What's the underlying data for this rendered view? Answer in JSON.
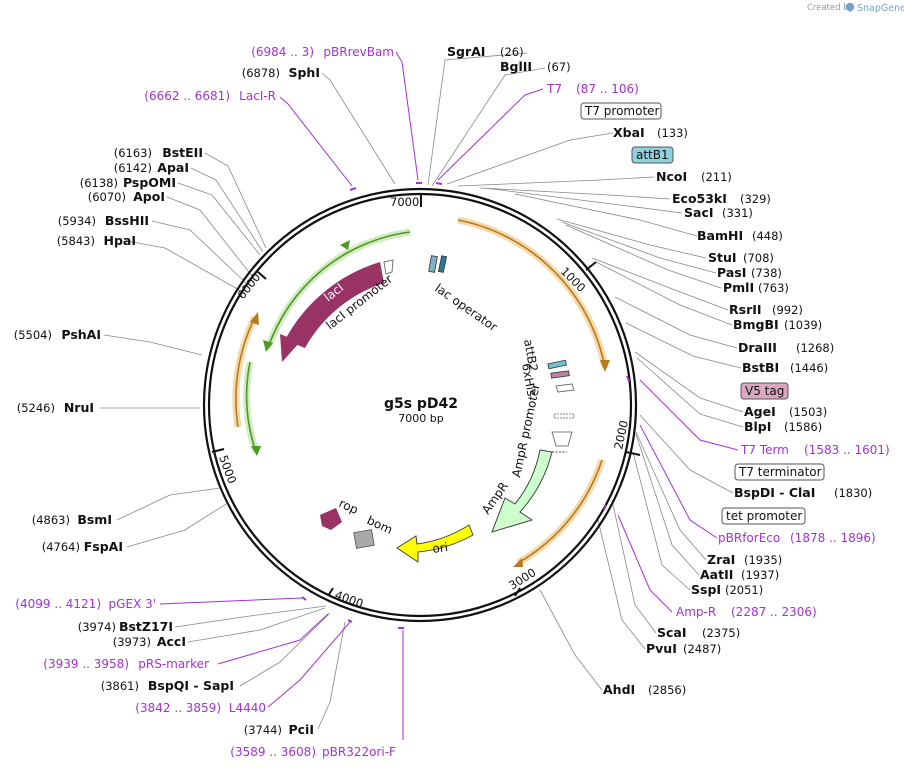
{
  "credit": {
    "created_by": "Created by",
    "brand": "SnapGene"
  },
  "title": {
    "name": "g5s pD42",
    "size": "7000 bp"
  },
  "ticks": [
    "1000",
    "2000",
    "3000",
    "4000",
    "5000",
    "6000",
    "7000"
  ],
  "enzymes": [
    {
      "name": "SgrAI",
      "pos": "(26)"
    },
    {
      "name": "BglII",
      "pos": "(67)"
    },
    {
      "name": "XbaI",
      "pos": "(133)"
    },
    {
      "name": "NcoI",
      "pos": "(211)"
    },
    {
      "name": "Eco53kI",
      "pos": "(329)"
    },
    {
      "name": "SacI",
      "pos": "(331)"
    },
    {
      "name": "BamHI",
      "pos": "(448)"
    },
    {
      "name": "StuI",
      "pos": "(708)"
    },
    {
      "name": "PasI",
      "pos": "(738)"
    },
    {
      "name": "PmlI",
      "pos": "(763)"
    },
    {
      "name": "RsrII",
      "pos": "(992)"
    },
    {
      "name": "BmgBI",
      "pos": "(1039)"
    },
    {
      "name": "DraIII",
      "pos": "(1268)"
    },
    {
      "name": "BstBI",
      "pos": "(1446)"
    },
    {
      "name": "AgeI",
      "pos": "(1503)"
    },
    {
      "name": "BlpI",
      "pos": "(1586)"
    },
    {
      "name": "BspDI - ClaI",
      "pos": "(1830)"
    },
    {
      "name": "ZraI",
      "pos": "(1935)"
    },
    {
      "name": "AatII",
      "pos": "(1937)"
    },
    {
      "name": "SspI",
      "pos": "(2051)"
    },
    {
      "name": "ScaI",
      "pos": "(2375)"
    },
    {
      "name": "PvuI",
      "pos": "(2487)"
    },
    {
      "name": "AhdI",
      "pos": "(2856)"
    },
    {
      "name": "PciI",
      "pos": "(3744)"
    },
    {
      "name": "BspQI - SapI",
      "pos": "(3861)"
    },
    {
      "name": "AccI",
      "pos": "(3973)"
    },
    {
      "name": "BstZ17I",
      "pos": "(3974)"
    },
    {
      "name": "FspAI",
      "pos": "(4764)"
    },
    {
      "name": "BsmI",
      "pos": "(4863)"
    },
    {
      "name": "NruI",
      "pos": "(5246)"
    },
    {
      "name": "PshAI",
      "pos": "(5504)"
    },
    {
      "name": "HpaI",
      "pos": "(5843)"
    },
    {
      "name": "BssHII",
      "pos": "(5934)"
    },
    {
      "name": "ApoI",
      "pos": "(6070)"
    },
    {
      "name": "PspOMI",
      "pos": "(6138)"
    },
    {
      "name": "ApaI",
      "pos": "(6142)"
    },
    {
      "name": "BstEII",
      "pos": "(6163)"
    },
    {
      "name": "SphI",
      "pos": "(6878)"
    }
  ],
  "primers": [
    {
      "name": "pBRrevBam",
      "range": "(6984 .. 3)"
    },
    {
      "name": "T7",
      "range": "(87 .. 106)"
    },
    {
      "name": "LacI-R",
      "range": "(6662 .. 6681)"
    },
    {
      "name": "T7 Term",
      "range": "(1583 .. 1601)"
    },
    {
      "name": "pBRforEco",
      "range": "(1878 .. 1896)"
    },
    {
      "name": "Amp-R",
      "range": "(2287 .. 2306)"
    },
    {
      "name": "pGEX 3'",
      "range": "(4099 .. 4121)"
    },
    {
      "name": "pRS-marker",
      "range": "(3939 .. 3958)"
    },
    {
      "name": "L4440",
      "range": "(3842 .. 3859)"
    },
    {
      "name": "pBR322ori-F",
      "range": "(3589 .. 3608)"
    }
  ],
  "boxed_features": [
    {
      "name": "T7 promoter",
      "fill": "#ffffff"
    },
    {
      "name": "attB1",
      "fill": "#8fd0dc"
    },
    {
      "name": "V5 tag",
      "fill": "#d9a8c0"
    },
    {
      "name": "T7 terminator",
      "fill": "#ffffff"
    },
    {
      "name": "tet promoter",
      "fill": "#ffffff"
    }
  ],
  "map_features": {
    "lac_operator": "lac operator",
    "laci": "lacI",
    "laci_promoter": "lacI promoter",
    "attb2": "attB2",
    "sixxhis": "6xHis",
    "ampr_promoter": "AmpR promoter",
    "ampr": "AmpR",
    "ori": "ori",
    "rop": "rop",
    "bom": "bom"
  },
  "colors": {
    "primer": "#a431d6",
    "laci": "#993366",
    "ampr": "#ccffcc",
    "ori": "#ffff00",
    "orf_orange": "#f0a848",
    "orf_green": "#5fae2e",
    "bom": "#a9a9a9"
  }
}
